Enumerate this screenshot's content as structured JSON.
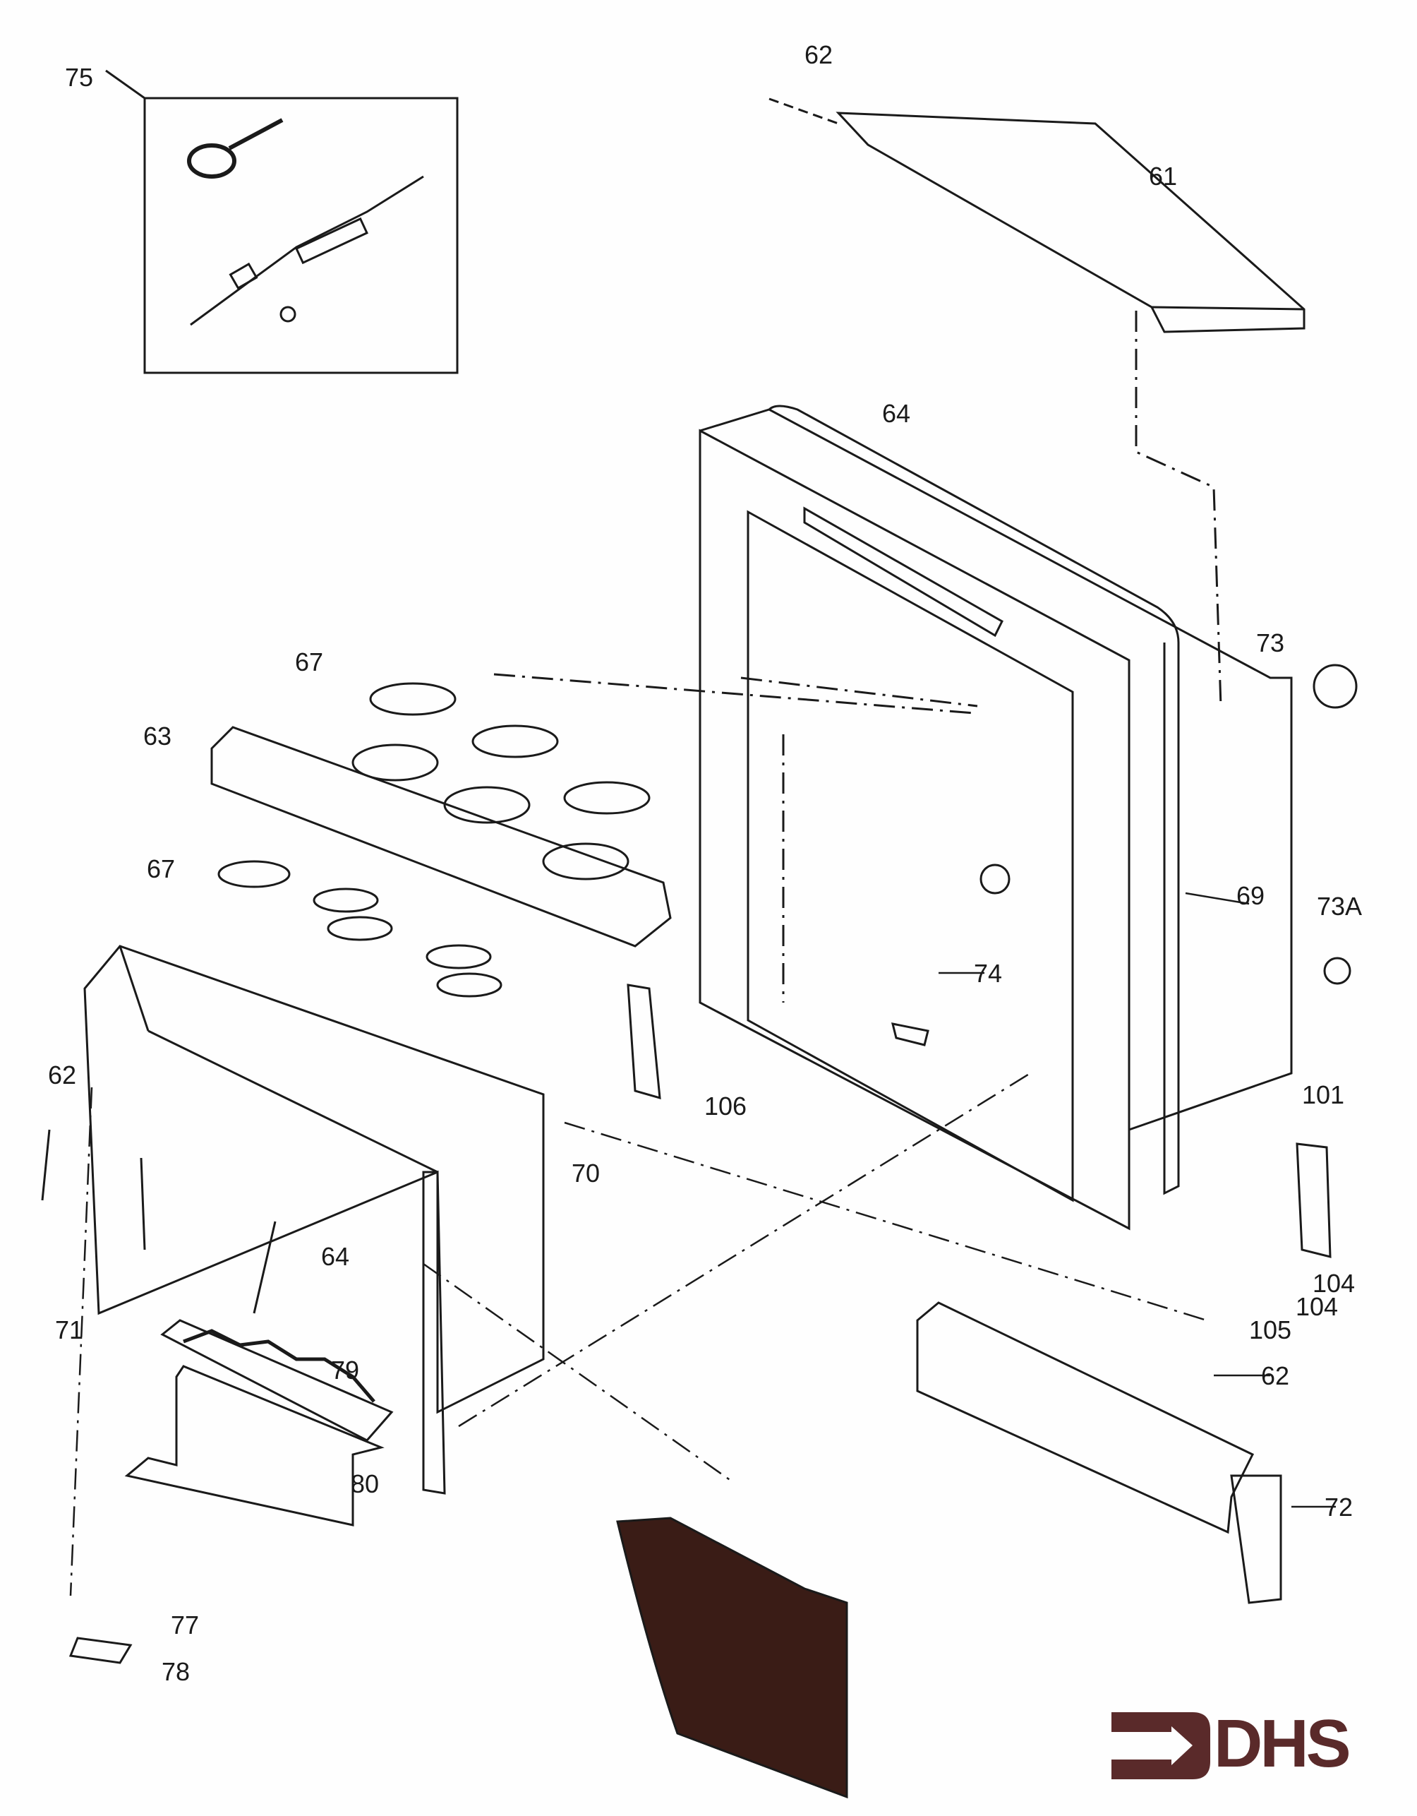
{
  "diagram": {
    "labels": [
      {
        "id": "75",
        "text": "75"
      },
      {
        "id": "62a",
        "text": "62"
      },
      {
        "id": "61",
        "text": "61"
      },
      {
        "id": "64a",
        "text": "64"
      },
      {
        "id": "73",
        "text": "73"
      },
      {
        "id": "67a",
        "text": "67"
      },
      {
        "id": "63",
        "text": "63"
      },
      {
        "id": "67b",
        "text": "67"
      },
      {
        "id": "69",
        "text": "69"
      },
      {
        "id": "73A",
        "text": "73A"
      },
      {
        "id": "74",
        "text": "74"
      },
      {
        "id": "62b",
        "text": "62"
      },
      {
        "id": "106",
        "text": "106"
      },
      {
        "id": "101",
        "text": "101"
      },
      {
        "id": "70",
        "text": "70"
      },
      {
        "id": "64b",
        "text": "64"
      },
      {
        "id": "71",
        "text": "71"
      },
      {
        "id": "104a",
        "text": "104"
      },
      {
        "id": "104b",
        "text": "104"
      },
      {
        "id": "105",
        "text": "105"
      },
      {
        "id": "79",
        "text": "79"
      },
      {
        "id": "62c",
        "text": "62"
      },
      {
        "id": "80",
        "text": "80"
      },
      {
        "id": "72",
        "text": "72"
      },
      {
        "id": "77",
        "text": "77"
      },
      {
        "id": "78",
        "text": "78"
      }
    ]
  },
  "logo": {
    "text": "DHS",
    "color": "#5a2a2a"
  },
  "colors": {
    "line": "#1a1a1a",
    "panel": "#3a1c16"
  }
}
